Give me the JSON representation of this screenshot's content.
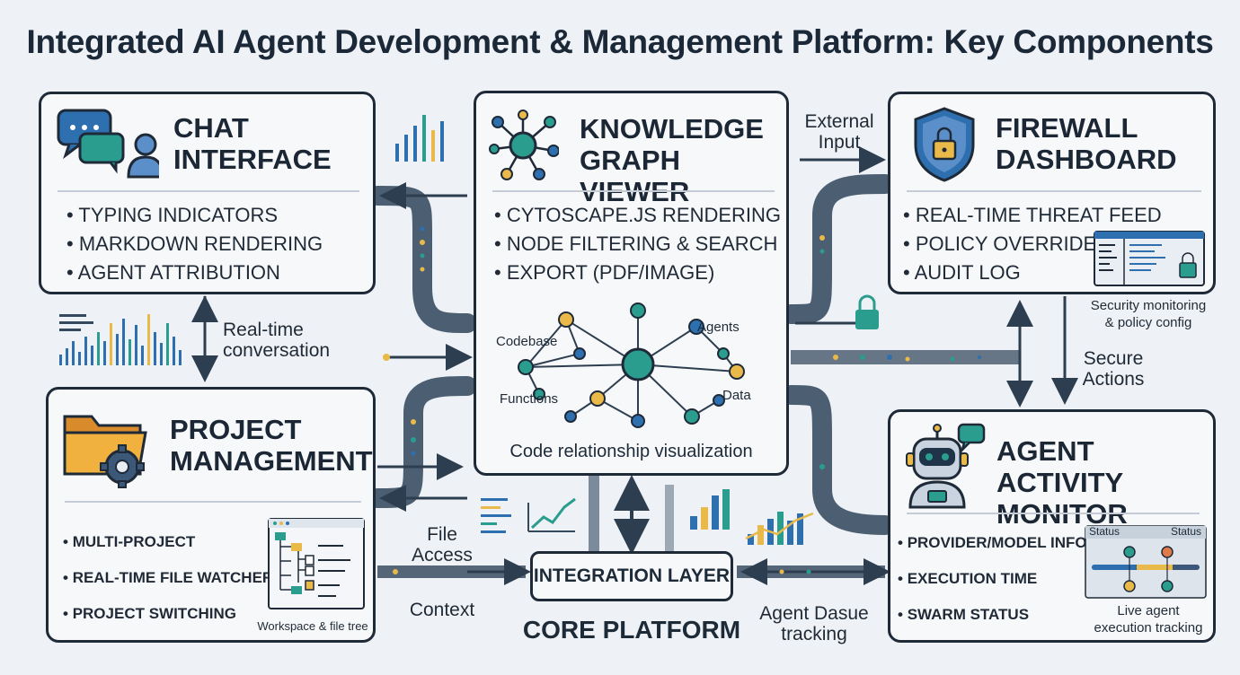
{
  "title": "Integrated AI Agent Development & Management Platform: Key Components",
  "chat": {
    "title_l1": "CHAT",
    "title_l2": "INTERFACE",
    "features": [
      "TYPING INDICATORS",
      "MARKDOWN RENDERING",
      "AGENT ATTRIBUTION"
    ]
  },
  "knowledge": {
    "title_l1": "KNOWLEDGE",
    "title_l2": "GRAPH VIEWER",
    "features": [
      "CYTOSCAPE.JS RENDERING",
      "NODE FILTERING & SEARCH",
      "EXPORT (PDF/IMAGE)"
    ],
    "graph_labels": {
      "codebase": "Codebase",
      "agents": "Agents",
      "functions": "Functions",
      "data": "Data"
    },
    "caption": "Code relationship visualization"
  },
  "firewall": {
    "title_l1": "FIREWALL",
    "title_l2": "DASHBOARD",
    "features": [
      "REAL-TIME THREAT FEED",
      "POLICY OVERRIDES",
      "AUDIT LOG"
    ],
    "caption_l1": "Security monitoring",
    "caption_l2": "& policy config"
  },
  "project": {
    "title_l1": "PROJECT",
    "title_l2": "MANAGEMENT",
    "features": [
      "MULTI-PROJECT",
      "REAL-TIME FILE WATCHER",
      "PROJECT SWITCHING"
    ],
    "caption": "Workspace & file tree"
  },
  "agent": {
    "title_l1": "AGENT ACTIVITY",
    "title_l2": "MONITOR",
    "features": [
      "PROVIDER/MODEL INFO",
      "EXECUTION TIME",
      "SWARM STATUS"
    ],
    "status_left": "Status",
    "status_right": "Status",
    "caption_l1": "Live agent",
    "caption_l2": "execution tracking"
  },
  "core": {
    "layer_label": "INTEGRATION LAYER",
    "platform_label": "CORE PLATFORM"
  },
  "flows": {
    "realtime_l1": "Real-time",
    "realtime_l2": "conversation",
    "external_l1": "External",
    "external_l2": "Input",
    "secure_l1": "Secure",
    "secure_l2": "Actions",
    "file_l1": "File",
    "file_l2": "Access",
    "context": "Context",
    "agent_l1": "Agent Dasue",
    "agent_l2": "tracking"
  },
  "colors": {
    "border": "#1f2a38",
    "pipe": "#34495e",
    "accent_teal": "#2a9d8f",
    "accent_gold": "#e9b949",
    "accent_blue": "#2e6fb0"
  }
}
